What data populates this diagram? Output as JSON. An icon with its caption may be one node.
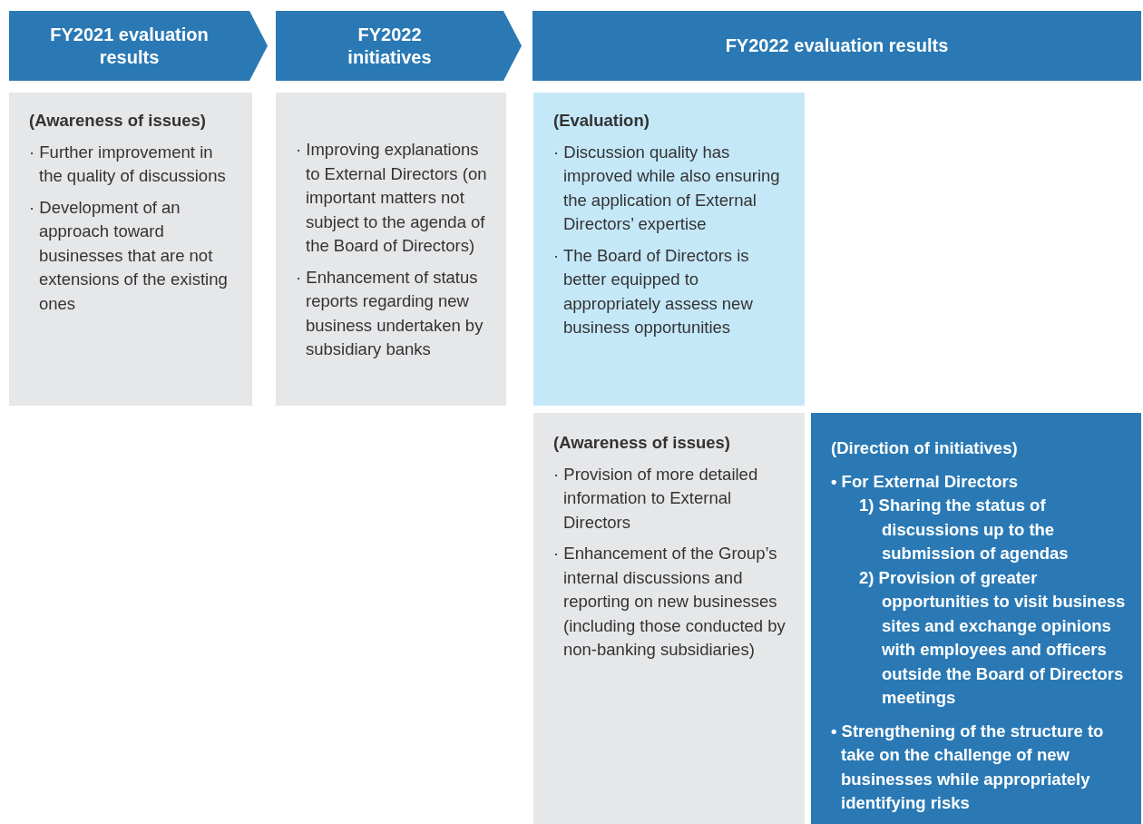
{
  "diagram": {
    "nodes": [
      {
        "text": [
          "FY2021 evaluation results"
        ]
      },
      {
        "text": [
          "FY2022 initiatives"
        ]
      },
      {
        "text": [
          "FY2022 evaluation results"
        ]
      },
      {
        "text": [
          "(Awareness of issues)",
          "· Further improvement in the quality of discussions",
          "· Development of an approach toward businesses that are not extensions of the existing ones"
        ]
      },
      {
        "text": [
          "· Improving explanations to External Directors (on important matters not subject to the agenda of the Board of Directors)",
          "· Enhancement of status reports regarding new business undertaken by subsidiary banks"
        ]
      },
      {
        "text": [
          "(Evaluation)",
          "· Discussion quality has improved while also ensuring the application of External Directors’ expertise",
          "· The Board of Directors is better equipped to appropriately assess new business opportunities"
        ]
      },
      {
        "text": [
          "(Awareness of issues)",
          "· Provision of more detailed information to External Directors",
          "· Enhancement of the Group’s internal discussions and reporting on new businesses (including those conducted by non-banking subsidiaries)"
        ]
      },
      {
        "text": [
          "(Direction of initiatives)",
          "• For External Directors",
          "1) Sharing the status of discussions up to the submission of agendas",
          "2) Provision of greater opportunities to visit business sites and exchange opinions with employees and officers outside the Board of Directors meetings",
          "• Strengthening of the structure to take on the challenge of new businesses while appropriately identifying risks"
        ]
      }
    ]
  }
}
